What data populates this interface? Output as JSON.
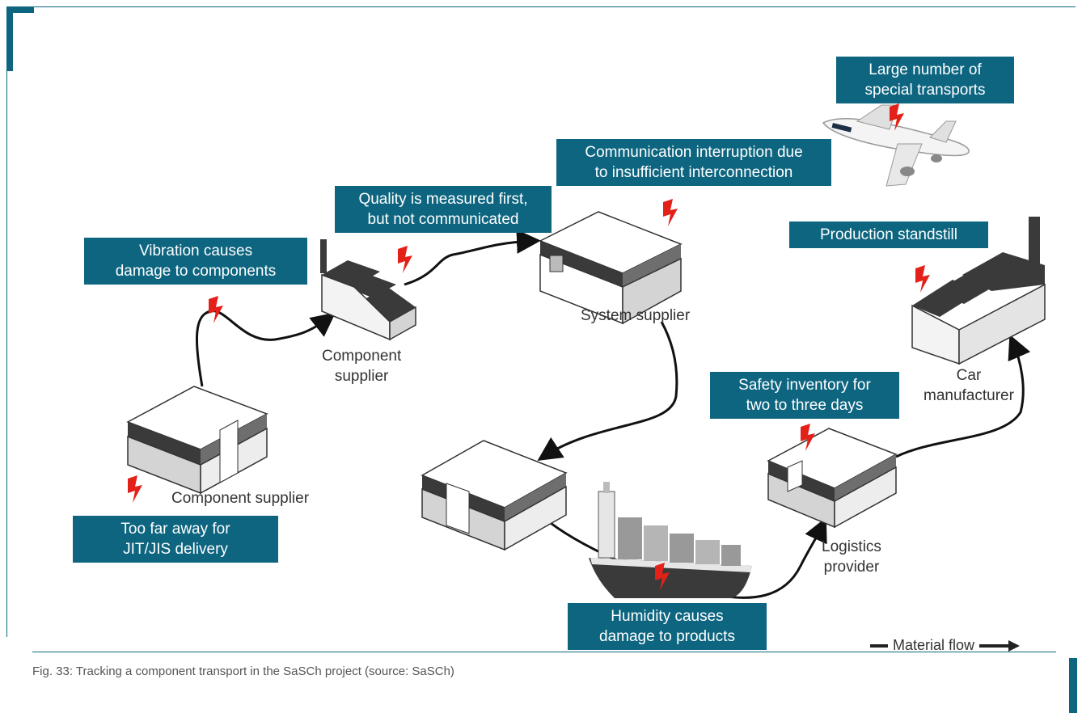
{
  "callouts": {
    "special_transports": "Large number of\nspecial transports",
    "communication": "Communication interruption due\nto insufficient interconnection",
    "quality": "Quality is measured first,\nbut not communicated",
    "vibration": "Vibration causes\ndamage to components",
    "production": "Production standstill",
    "safety": "Safety inventory for\ntwo to three days",
    "too_far": "Too far away for\nJIT/JIS delivery",
    "humidity": "Humidity causes\ndamage to products"
  },
  "nodes": {
    "component_supplier_1": "Component\nsupplier",
    "system_supplier": "System supplier",
    "component_supplier_2": "Component supplier",
    "car_manufacturer": "Car\nmanufacturer",
    "logistics_provider": "Logistics\nprovider"
  },
  "legend": {
    "label": "Material flow"
  },
  "caption": "Fig. 33: Tracking a component transport in the SaSCh project (source: SaSCh)",
  "colors": {
    "accent": "#0d6580",
    "warning": "#e32119",
    "dark": "#3a3a3a"
  }
}
